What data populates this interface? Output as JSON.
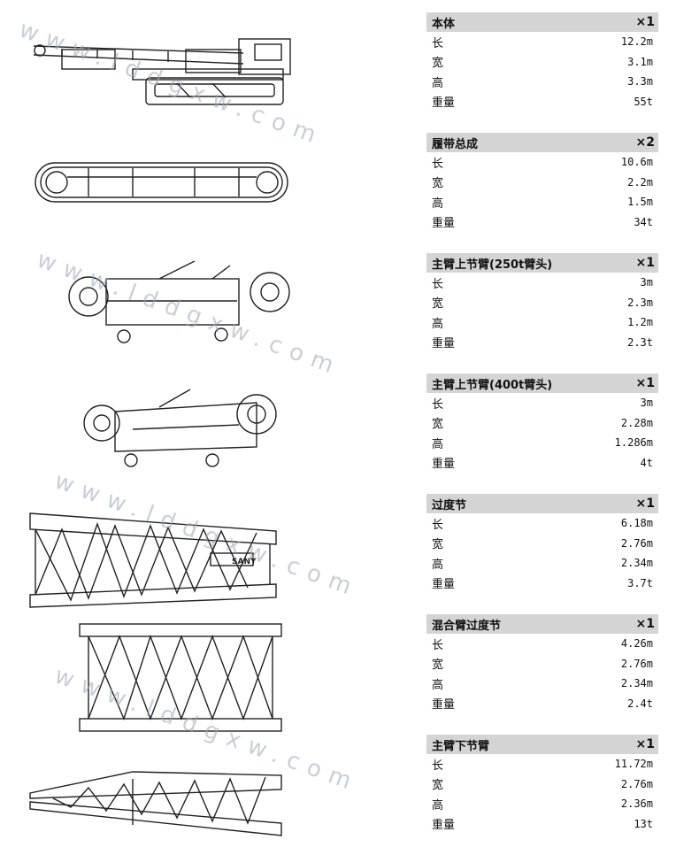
{
  "watermark": "www.lddgxw.com",
  "brand": "SANY",
  "components": [
    {
      "name": "本体",
      "qty": "×1",
      "rows": [
        {
          "label": "长",
          "value": "12.2m"
        },
        {
          "label": "宽",
          "value": "3.1m"
        },
        {
          "label": "高",
          "value": "3.3m"
        },
        {
          "label": "重量",
          "value": "55t"
        }
      ]
    },
    {
      "name": "履带总成",
      "qty": "×2",
      "rows": [
        {
          "label": "长",
          "value": "10.6m"
        },
        {
          "label": "宽",
          "value": "2.2m"
        },
        {
          "label": "高",
          "value": "1.5m"
        },
        {
          "label": "重量",
          "value": "34t"
        }
      ]
    },
    {
      "name": "主臂上节臂(250t臂头)",
      "qty": "×1",
      "rows": [
        {
          "label": "长",
          "value": "3m"
        },
        {
          "label": "宽",
          "value": "2.3m"
        },
        {
          "label": "高",
          "value": "1.2m"
        },
        {
          "label": "重量",
          "value": "2.3t"
        }
      ]
    },
    {
      "name": "主臂上节臂(400t臂头)",
      "qty": "×1",
      "rows": [
        {
          "label": "长",
          "value": "3m"
        },
        {
          "label": "宽",
          "value": "2.28m"
        },
        {
          "label": "高",
          "value": "1.286m"
        },
        {
          "label": "重量",
          "value": "4t"
        }
      ]
    },
    {
      "name": "过度节",
      "qty": "×1",
      "rows": [
        {
          "label": "长",
          "value": "6.18m"
        },
        {
          "label": "宽",
          "value": "2.76m"
        },
        {
          "label": "高",
          "value": "2.34m"
        },
        {
          "label": "重量",
          "value": "3.7t"
        }
      ]
    },
    {
      "name": "混合臂过度节",
      "qty": "×1",
      "rows": [
        {
          "label": "长",
          "value": "4.26m"
        },
        {
          "label": "宽",
          "value": "2.76m"
        },
        {
          "label": "高",
          "value": "2.34m"
        },
        {
          "label": "重量",
          "value": "2.4t"
        }
      ]
    },
    {
      "name": "主臂下节臂",
      "qty": "×1",
      "rows": [
        {
          "label": "长",
          "value": "11.72m"
        },
        {
          "label": "宽",
          "value": "2.76m"
        },
        {
          "label": "高",
          "value": "2.36m"
        },
        {
          "label": "重量",
          "value": "13t"
        }
      ]
    }
  ]
}
